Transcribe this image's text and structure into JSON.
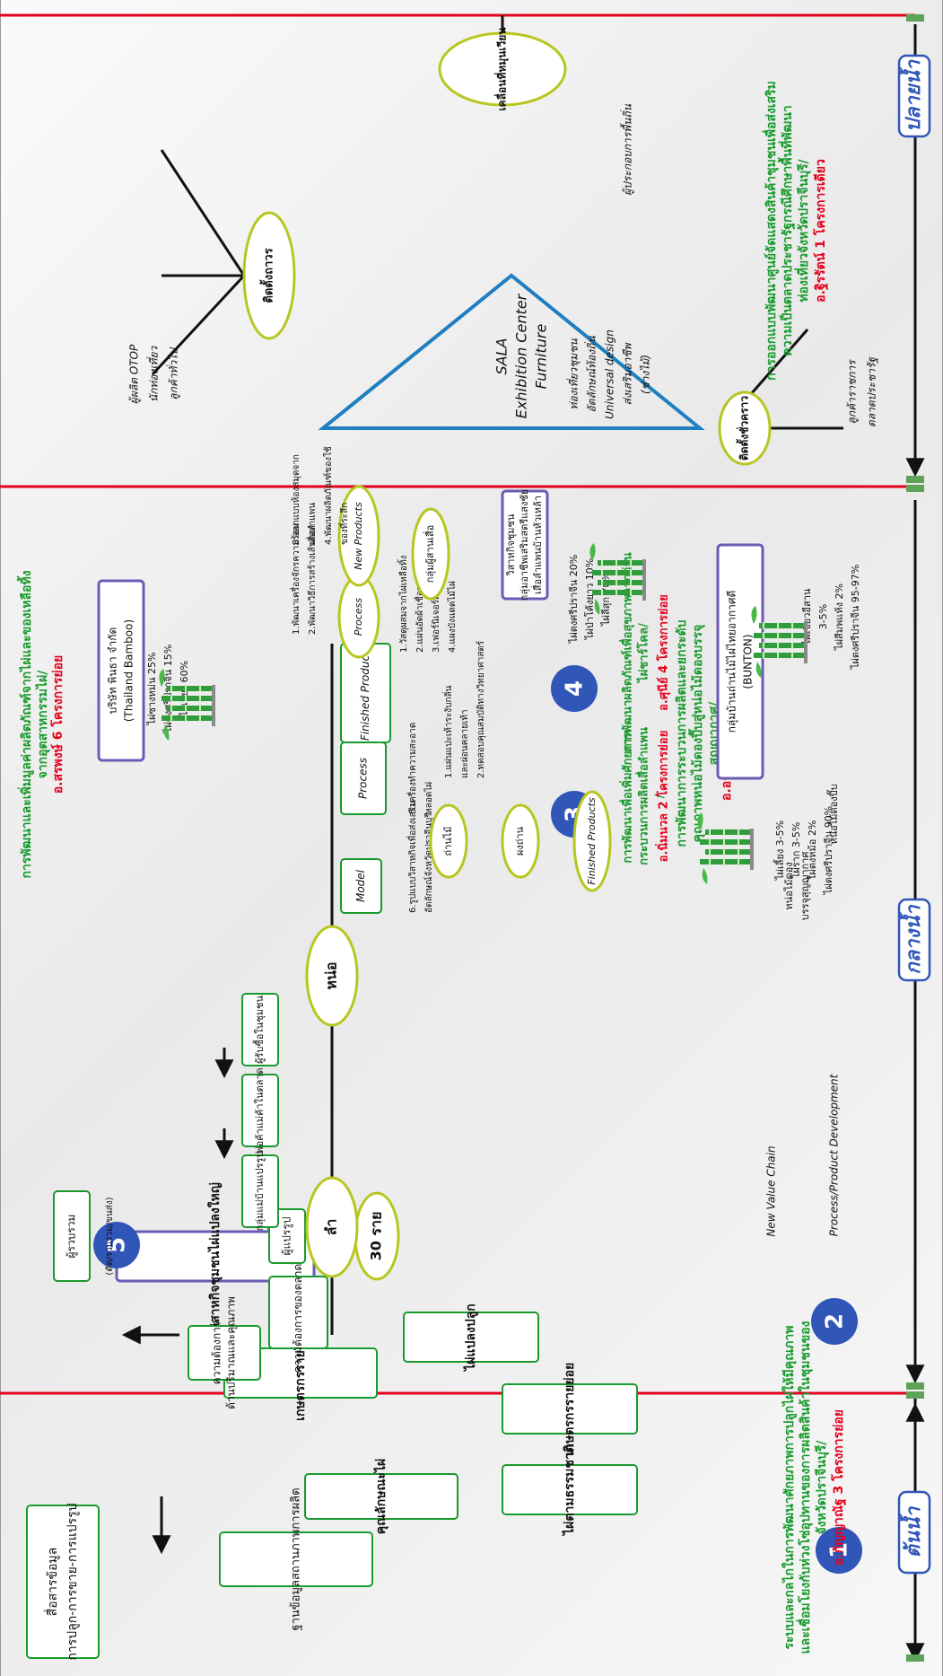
{
  "sections": {
    "upstream": "ต้นน้ำ",
    "midstream": "กลางน้ำ",
    "downstream": "ปลายน้ำ"
  },
  "badges": [
    "1",
    "2",
    "3",
    "4",
    "5"
  ],
  "upstream": {
    "box_info": [
      "สื่อสารข้อมูล",
      "การปลูก-การขาย-การแปรรูป"
    ],
    "box_database": "ฐานข้อมูลสถานภาพการผลิต",
    "box_quality": "คุณลักษณะไผ่",
    "box_small_farmers": "เกษตรกรรายย่อย",
    "box_large_farmers": "เกษตรกรรายใหญ่",
    "box_natural": "ไผ่ตามธรรมชาติ",
    "box_plantation": "ไผ่แปลงปลูก",
    "box_enterprise": "วิสาหกิจชุมชนไผ่แปลงใหญ่",
    "oval_count": "30 ราย",
    "caption": [
      "ระบบและกลไกในการพัฒนาศักยภาพการปลูกไผ่ให้มีคุณภาพ",
      "และเชื่อมโยงกับห่วงโซ่อุปทานของการผลิตสินค้าในชุมชนของ",
      "จังหวัดปราจีนบุรี/"
    ],
    "caption_author": "อ.กัญญาณัฐ 3 โครงการย่อย"
  },
  "mid": {
    "box_market_need": "ความต้องการของตลาดไผ่",
    "box_quality_need": [
      "ความต้องการ",
      "ด้านปริมาณและคุณภาพ"
    ],
    "box_processor": "ผู้แปรรูป",
    "oval_stem": "ลำ",
    "oval_shoot": "หน่อ",
    "box_collector": "ผู้รวบรวม",
    "collector_sub": "(ตัด/รวบรวม/ขนส่ง)",
    "chain_boxes": [
      "ผู้รับซื้อในชุมชน",
      "พ่อค้าแม่ค้าในตลาด",
      "กลุ่มแม่บ้านแปรรูป"
    ],
    "legend_chain": "New Value Chain",
    "legend_process": "Process/Product Development",
    "shoot_label_1": "หน่อไม้ดองปี๊บ",
    "shoot_label_2": [
      "หน่อไม้ดอง",
      "บรรจุสุญญากาศ"
    ],
    "caption5": [
      "การพัฒนาการระบวนการผลิตและยกระดับ",
      "คุณภาพหน่อไม้ดองปี๊บสู่หน่อไม้ดองบรรจุ",
      "สุญญากาศ/"
    ],
    "caption5_author": "อ.อารณี 4 โครงการย่อย",
    "caption2": [
      "การพัฒนาและเพิ่มมูลค่าผลิตภัณฑ์จากไผ่และของเหลือทิ้ง",
      "จากอุตสาหกรรมไผ่/"
    ],
    "caption2_author": "อ.สรพงษ์ 6 โครงการย่อย",
    "company": [
      "บริษัท พินธา จำกัด",
      "(Thailand Bamboo)"
    ],
    "company_labels": [
      "ไผ่ซางหม่น 25%",
      "ไผ่ตงศรีปราจีน 15%",
      "ไผ่เลี้ยง 60%"
    ],
    "fp_box": "Finished Products",
    "fp_items": [
      "1.วัสดุผสมจากไผ่เหลือทิ้ง",
      "2.แผ่นอัดผ้าเชื่อรา",
      "3.เฟอร์นิเจอร์แปรรูปไม้ไผ่",
      "4.แผงบังแดดไม้ไผ่"
    ],
    "process_box": "Process",
    "process_item": [
      "5.เครื่องทำความสะอาด",
      "หลอดไผ่"
    ],
    "model_box": "Model",
    "model_item": [
      "6.รูปแบบวิสาหกิจเพื่อส่งเสริม",
      "อัตลักษณ์จังหวัดปราจีนบุรี"
    ],
    "bunton": [
      "กลุ่มบ้านถ่านไม้ไผ่ไทยอากาศดี",
      "(BUNTON)"
    ],
    "bunton_labels": [
      "ไผ่เลี้ยง 3-5%",
      "ไผ่ราก 3-5%",
      "ไผ่ตงหม้อ 2%",
      "ไผ่ตงศรีปราจีน 90%"
    ],
    "caption3": [
      "การพัฒนาเพื่อเพิ่มศักยภาพ",
      "กระบวนการผลิตเสื่อลำแพน",
      "/"
    ],
    "caption3_author": "อ.นิ่มนวล 2 โครงการย่อย",
    "charcoal": [
      "ถ่านไม้",
      "ผงถ่าน",
      "Finished Products"
    ],
    "charcoal_items": [
      "1.แผ่นแปะเท้าระงับกลิ่น",
      "และผ่อนคลายเท้า",
      "2.ทดสอบคุณสมบัติทางวิทยาศาสตร์"
    ],
    "caption4": [
      "การพัฒนาผลิตภัณฑ์เพื่อสุขภาพจากถ่าน",
      "ไผ่ชาร์โคล/"
    ],
    "caption4_author": "อ.ศุนีย์ 4 โครงการย่อย",
    "mat_group": [
      "วิสาหกิจชุมชน",
      "กลุ่มอาชีพเสริมสตรีแสงชัย",
      "เสื่อลำแพนบ้านหัวเหล้า"
    ],
    "mat_labels": [
      "ไผ่ตงศรีปราจีน 20%",
      "ไผ่ป่าโค้งยาว 10%",
      "ไผ่ลีสุก 70%"
    ],
    "mat_oval": "กลุ่มผู้สานเสื่อ",
    "proc2": "Process",
    "newprod": "New Products",
    "proc2_items": [
      "1.พัฒนาเครื่องจักรความร้อน",
      "2.พัฒนาวิธีการสร้างเส้นดอก"
    ],
    "newprod_items": [
      "3.ออกแบบห้องสมุดจาก",
      "เสื่อลำแพน",
      "4.พัฒนาผลิตภัณฑ์ของใช้",
      "ของที่ระลึก"
    ],
    "shoot_labels": [
      "ไผ่เขียวอีสาน",
      "3-5%",
      "ไผ่สีมพแห้ง 2%",
      "ไผ่ตงศรีปราจีน 95-97%"
    ]
  },
  "down": {
    "sala": [
      "SALA",
      "Exhibition Center",
      "Furniture"
    ],
    "hub_decor": "ติดตั้งถาวร",
    "hub_temp": "ติดตั้งชั่วคราว",
    "hub_move": "เคลื่อนที่หมุนเวียน",
    "decor_labels": [
      "ผู้ผลิต OTOP",
      "นักท่องเที่ยว",
      "ลูกค้าทั่วไป"
    ],
    "temp_labels": [
      "ลูกค้าราชการ",
      "ตลาดประชารัฐ"
    ],
    "move_labels": [
      "ผู้ประกอบการพื้นถิ่น"
    ],
    "side_labels": [
      "ท่องเที่ยวชุมชน",
      "อัตลักษณ์ท้องถิ่น",
      "Universal design",
      "ส่งเสริมอาชีพ",
      "(ช่างไม้)"
    ],
    "caption": [
      "การออกแบบพัฒนาศูนย์จัดแสดงสินค้าชุมชนเพื่อส่งเสริม",
      "ความเป็นตลาดประชารัฐกรณีศึกษาพื้นที่พัฒนา",
      "ท่องเที่ยวจังหวัดปราจีนบุรี/"
    ],
    "caption_author": "อ.ฐิรรัตน์ 1 โครงการเดียว"
  },
  "colors": {
    "green": "#1a9a2e",
    "red": "#e4001b",
    "blue": "#3056b8",
    "purple": "#6a5bb5",
    "ovalRim": "#b8c61f",
    "line": "#111111"
  }
}
